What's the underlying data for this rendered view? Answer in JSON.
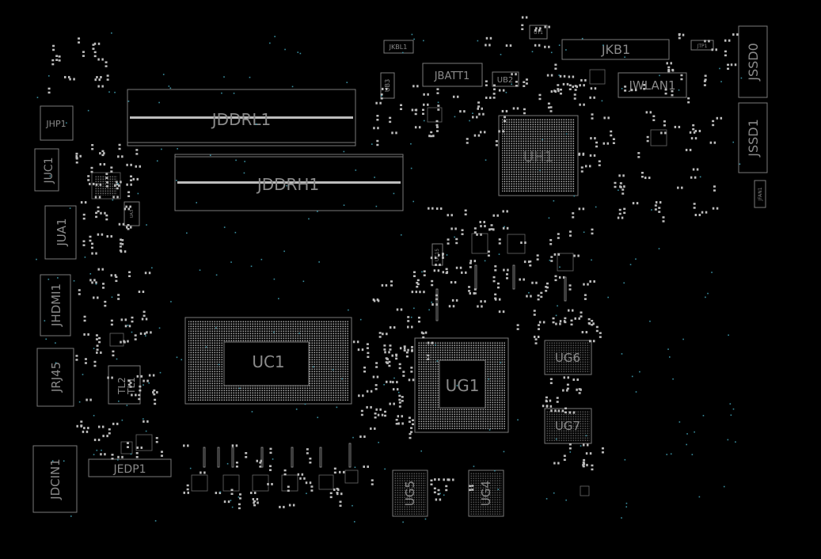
{
  "background": "#000000",
  "colors": {
    "outline": "#7a7a7a",
    "label": "#8a8a8a",
    "pad": "#bdbdbd",
    "via": "#3a8fa0"
  },
  "components": {
    "jddrl1": "JDDRL1",
    "jddrh1": "JDDRH1",
    "uc1": "UC1",
    "ug1": "UG1",
    "uh1": "UH1",
    "ug6": "UG6",
    "ug7": "UG7",
    "ug5": "UG5",
    "ug4": "UG4",
    "jkb1": "JKB1",
    "jwlan1": "JWLAN1",
    "jssd0": "JSSD0",
    "jssd1": "JSSD1",
    "jbatt1": "JBATT1",
    "ub2": "UB2",
    "ub3": "UB3",
    "jkbl1": "JKBL1",
    "jhp1": "JHP1",
    "juc1": "JUC1",
    "jua1": "JUA1",
    "jhdmi1": "JHDMI1",
    "jrj45": "JRJ45",
    "jdcin1": "JDCIN1",
    "jedp1": "JEDP1",
    "tl1": "TL1",
    "tl2": "TL2",
    "uy1": "UY1",
    "jtp": "JTP1",
    "jfan": "JFAN1",
    "uc15": "UC15",
    "ua3": "UA3"
  }
}
